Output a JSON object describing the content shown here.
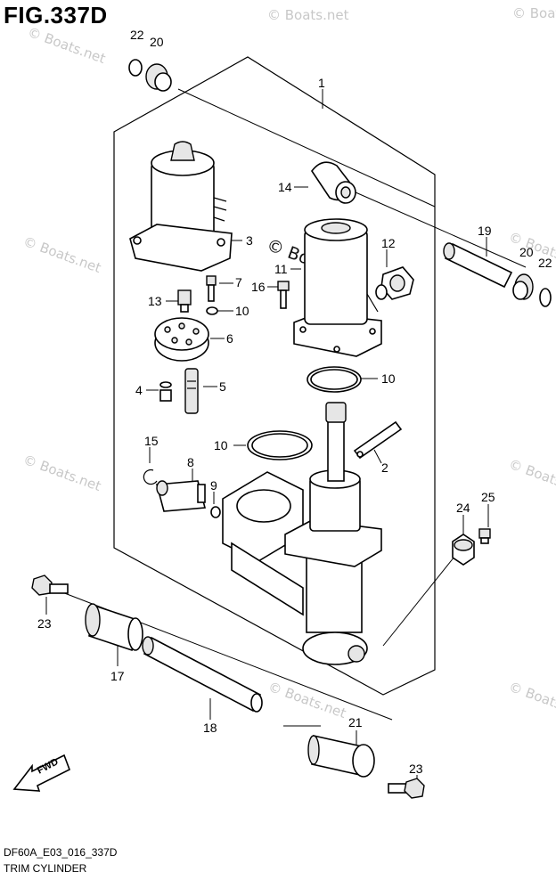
{
  "figure": {
    "title": "FIG.337D",
    "code": "DF60A_E03_016_337D",
    "caption": "TRIM CYLINDER",
    "direction_label": "FWD"
  },
  "watermark": {
    "text": "© Boats.net"
  },
  "callouts": [
    {
      "id": "c22a",
      "label": "22"
    },
    {
      "id": "c20a",
      "label": "20"
    },
    {
      "id": "c1",
      "label": "1"
    },
    {
      "id": "c14",
      "label": "14"
    },
    {
      "id": "c3",
      "label": "3"
    },
    {
      "id": "c12",
      "label": "12"
    },
    {
      "id": "c11",
      "label": "11"
    },
    {
      "id": "c19",
      "label": "19"
    },
    {
      "id": "c20b",
      "label": "20"
    },
    {
      "id": "c22b",
      "label": "22"
    },
    {
      "id": "c7",
      "label": "7"
    },
    {
      "id": "c16",
      "label": "16"
    },
    {
      "id": "c13",
      "label": "13"
    },
    {
      "id": "c10a",
      "label": "10"
    },
    {
      "id": "c6",
      "label": "6"
    },
    {
      "id": "c4",
      "label": "4"
    },
    {
      "id": "c5",
      "label": "5"
    },
    {
      "id": "c10b",
      "label": "10"
    },
    {
      "id": "c15",
      "label": "15"
    },
    {
      "id": "c10c",
      "label": "10"
    },
    {
      "id": "c2",
      "label": "2"
    },
    {
      "id": "c8",
      "label": "8"
    },
    {
      "id": "c9",
      "label": "9"
    },
    {
      "id": "c25",
      "label": "25"
    },
    {
      "id": "c24",
      "label": "24"
    },
    {
      "id": "c23a",
      "label": "23"
    },
    {
      "id": "c17",
      "label": "17"
    },
    {
      "id": "c18",
      "label": "18"
    },
    {
      "id": "c21",
      "label": "21"
    },
    {
      "id": "c23b",
      "label": "23"
    }
  ]
}
